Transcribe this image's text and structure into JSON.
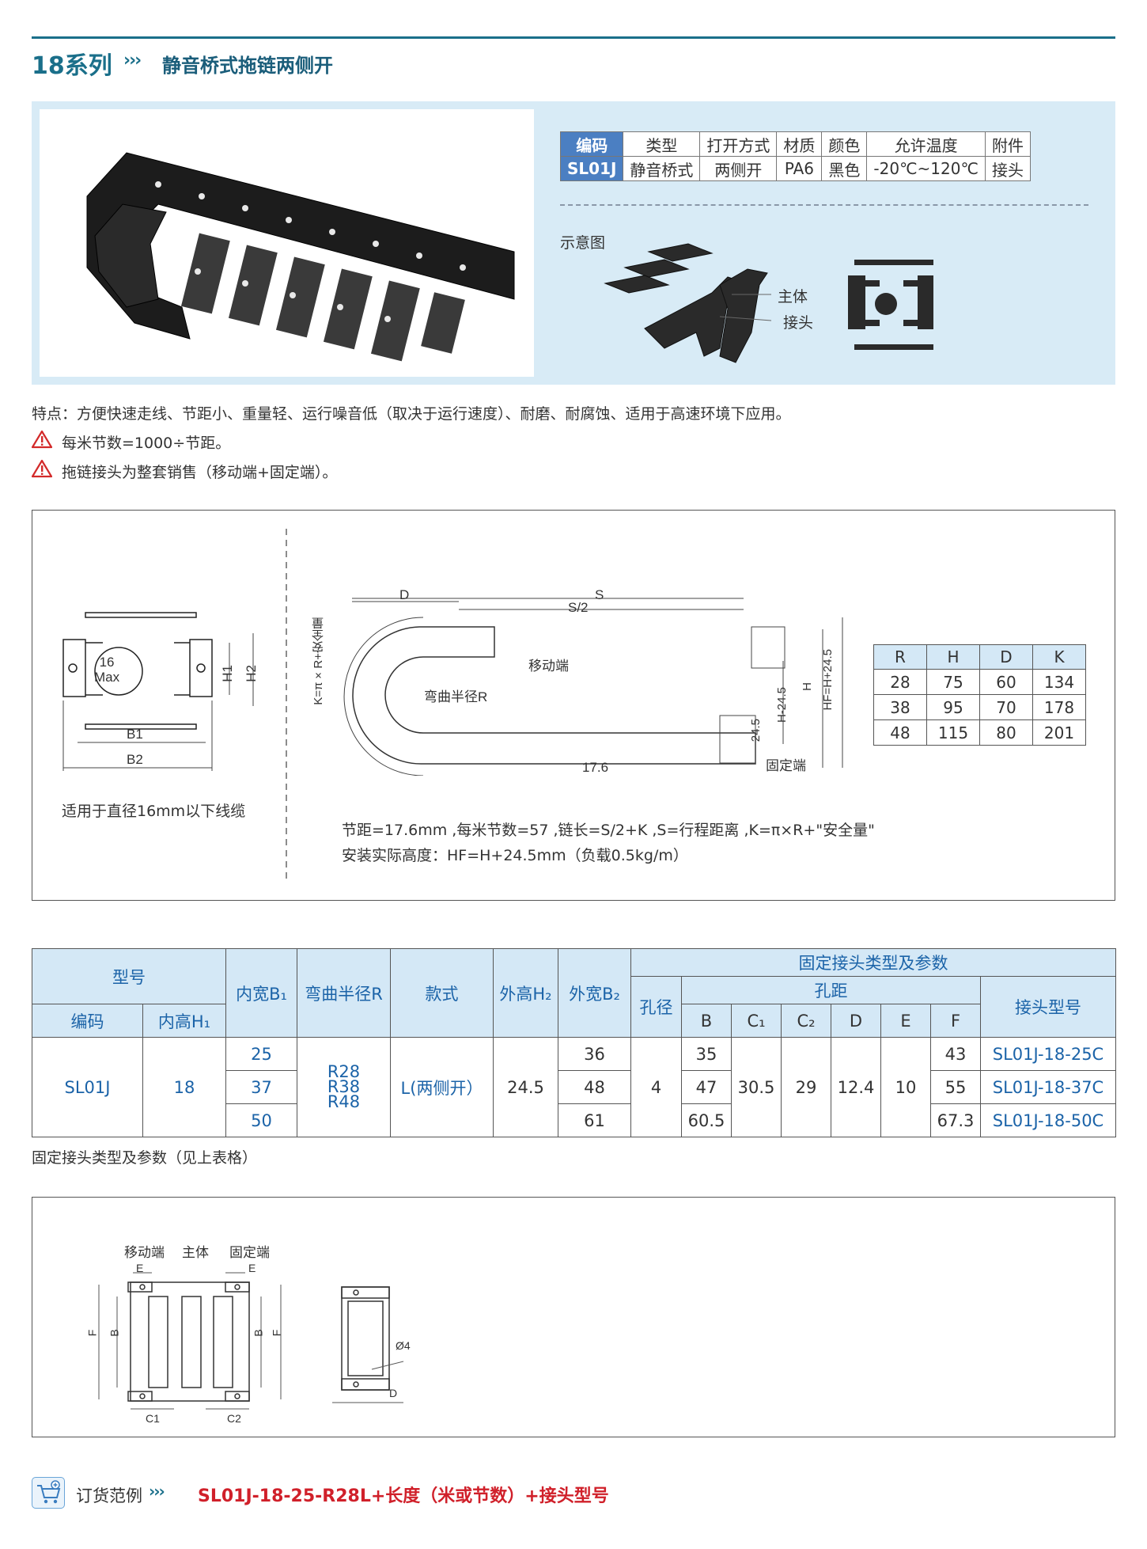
{
  "header": {
    "series": "18系列",
    "arrows": "›››",
    "subtitle": "静音桥式拖链两侧开"
  },
  "spec_table": {
    "headers": [
      "编码",
      "类型",
      "打开方式",
      "材质",
      "颜色",
      "允许温度",
      "附件"
    ],
    "row": [
      "SL01J",
      "静音桥式",
      "两侧开",
      "PA6",
      "黑色",
      "-20℃~120℃",
      "接头"
    ]
  },
  "schematic": {
    "label": "示意图",
    "callouts": [
      "主体",
      "接头"
    ]
  },
  "features": {
    "line1": "特点：方便快速走线、节距小、重量轻、运行噪音低（取决于运行速度）、耐磨、耐腐蚀、适用于高速环境下应用。",
    "line2": "每米节数=1000÷节距。",
    "line3": "拖链接头为整套销售（移动端+固定端）。"
  },
  "dimension_diagram": {
    "cross_section": {
      "max_label_top": "16",
      "max_label_bottom": "Max",
      "h1": "H1",
      "h2": "H2",
      "b1": "B1",
      "b2": "B2",
      "note": "适用于直径16mm以下线缆"
    },
    "side_view": {
      "d": "D",
      "s": "S",
      "s_half": "S/2",
      "k_formula": "K=π×R+安全量",
      "moving_end": "移动端",
      "bend_radius": "弯曲半径R",
      "fixed_end": "固定端",
      "pitch_dim": "17.6",
      "dim_245": "24.5",
      "h_minus": "H-24.5",
      "h": "H",
      "hf": "HF=H+24.5"
    },
    "notes": {
      "line1": "节距=17.6mm ,每米节数=57 ,链长=S/2+K ,S=行程距离 ,K=π×R+\"安全量\"",
      "line2": "安装实际高度：HF=H+24.5mm（负载0.5kg/m）"
    },
    "rhdk_table": {
      "headers": [
        "R",
        "H",
        "D",
        "K"
      ],
      "rows": [
        [
          "28",
          "75",
          "60",
          "134"
        ],
        [
          "38",
          "95",
          "70",
          "178"
        ],
        [
          "48",
          "115",
          "80",
          "201"
        ]
      ]
    }
  },
  "param_table": {
    "h_model": "型号",
    "h_code": "编码",
    "h_inner_height": "内高H₁",
    "h_inner_width": "内宽B₁",
    "h_bend": "弯曲半径R",
    "h_style": "款式",
    "h_outer_height": "外高H₂",
    "h_outer_width": "外宽B₂",
    "h_fixed": "固定接头类型及参数",
    "h_hole": "孔径",
    "h_spacing": "孔距",
    "h_cols": [
      "B",
      "C₁",
      "C₂",
      "D",
      "E",
      "F"
    ],
    "h_joint": "接头型号",
    "code": "SL01J",
    "inner_height": "18",
    "bend": [
      "R28",
      "R38",
      "R48"
    ],
    "style": "L(两侧开）",
    "outer_height": "24.5",
    "hole": "4",
    "c1": "30.5",
    "c2": "29",
    "d": "12.4",
    "e": "10",
    "rows": [
      {
        "inner_width": "25",
        "outer_width": "36",
        "b": "35",
        "f": "43",
        "joint": "SL01J-18-25C"
      },
      {
        "inner_width": "37",
        "outer_width": "48",
        "b": "47",
        "f": "55",
        "joint": "SL01J-18-37C"
      },
      {
        "inner_width": "50",
        "outer_width": "61",
        "b": "60.5",
        "f": "67.3",
        "joint": "SL01J-18-50C"
      }
    ],
    "caption": "固定接头类型及参数（见上表格）"
  },
  "joint_diagram": {
    "moving_end": "移动端",
    "body": "主体",
    "fixed_end": "固定端",
    "e": "E",
    "f": "F",
    "b": "B",
    "c1": "C1",
    "c2": "C2",
    "phi4": "Ø4",
    "d": "D"
  },
  "order": {
    "label": "订货范例",
    "arrows": "›››",
    "example": "SL01J-18-25-R28L+长度（米或节数）+接头型号"
  }
}
